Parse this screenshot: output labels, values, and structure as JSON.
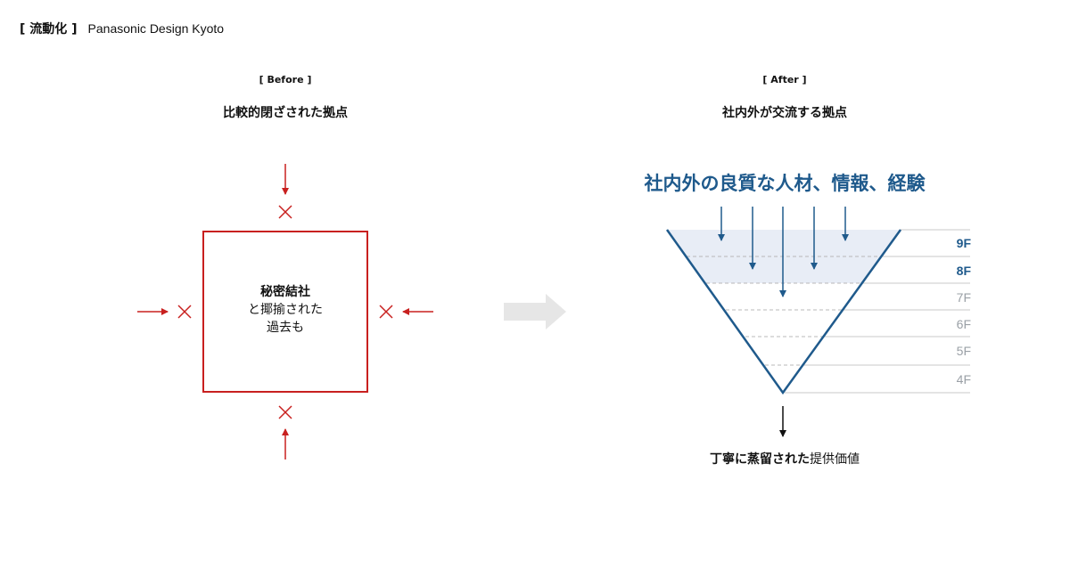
{
  "header": {
    "tag": "[ 流動化 ]",
    "org": "Panasonic Design Kyoto"
  },
  "before": {
    "label": "[ Before ]",
    "title": "比較的閉ざされた拠点",
    "box_line1": "秘密結社",
    "box_line2": "と揶揄された",
    "box_line3": "過去も"
  },
  "after": {
    "label": "[ After ]",
    "title": "社内外が交流する拠点",
    "banner": "社内外の良質な人材、情報、経験",
    "floors": [
      "9F",
      "8F",
      "7F",
      "6F",
      "5F",
      "4F"
    ],
    "result_bold": "丁寧に蒸留された",
    "result_rest": "提供価値"
  },
  "colors": {
    "red": "#c8201f",
    "blue": "#1f5a8c",
    "light_fill": "#e8edf6",
    "gray_arrow": "#e6e6e6",
    "line_gray": "#c8c8c8"
  }
}
